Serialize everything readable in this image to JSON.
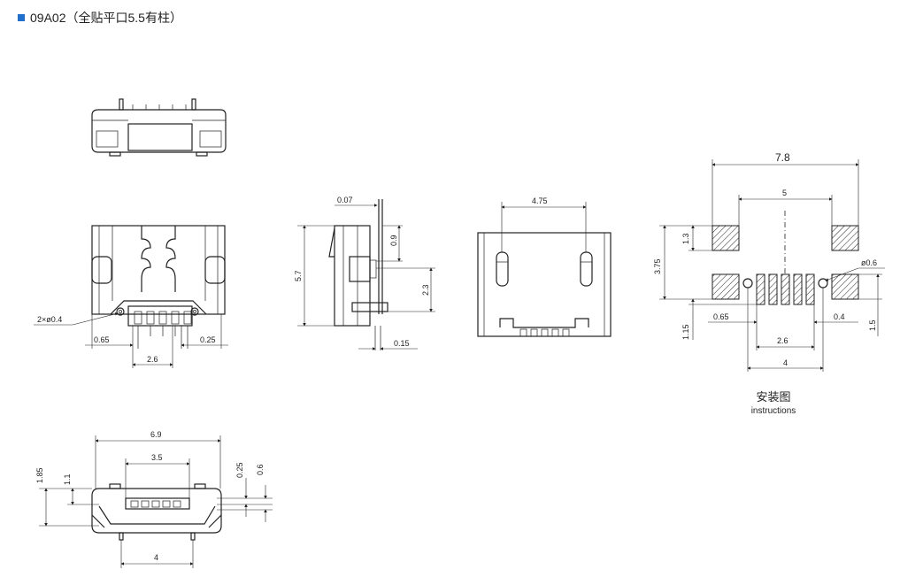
{
  "title": "09A02（全贴平口5.5有柱）",
  "colors": {
    "bullet": "#1f6fd1",
    "line": "#222222"
  },
  "front_view": {
    "label_2x04": "2×ø0.4",
    "dim_065": "0.65",
    "dim_025": "0.25",
    "dim_26": "2.6"
  },
  "side_view": {
    "dim_007": "0.07",
    "dim_09": "0.9",
    "dim_57": "5.7",
    "dim_23": "2.3",
    "dim_015": "0.15"
  },
  "back_view": {
    "dim_475": "4.75"
  },
  "bottom_view": {
    "dim_69": "6.9",
    "dim_35": "3.5",
    "dim_185": "1.85",
    "dim_11": "1.1",
    "dim_025": "0.25",
    "dim_06": "0.6",
    "dim_4": "4"
  },
  "footprint": {
    "dim_78": "7.8",
    "dim_5": "5",
    "dim_13": "1.3",
    "dim_375": "3.75",
    "dim_115": "1.15",
    "dim_065": "0.65",
    "dim_26": "2.6",
    "dim_4": "4",
    "dim_04": "0.4",
    "dim_15": "1.5",
    "dim_d06": "ø0.6",
    "caption_cn": "安装图",
    "caption_en": "instructions"
  }
}
